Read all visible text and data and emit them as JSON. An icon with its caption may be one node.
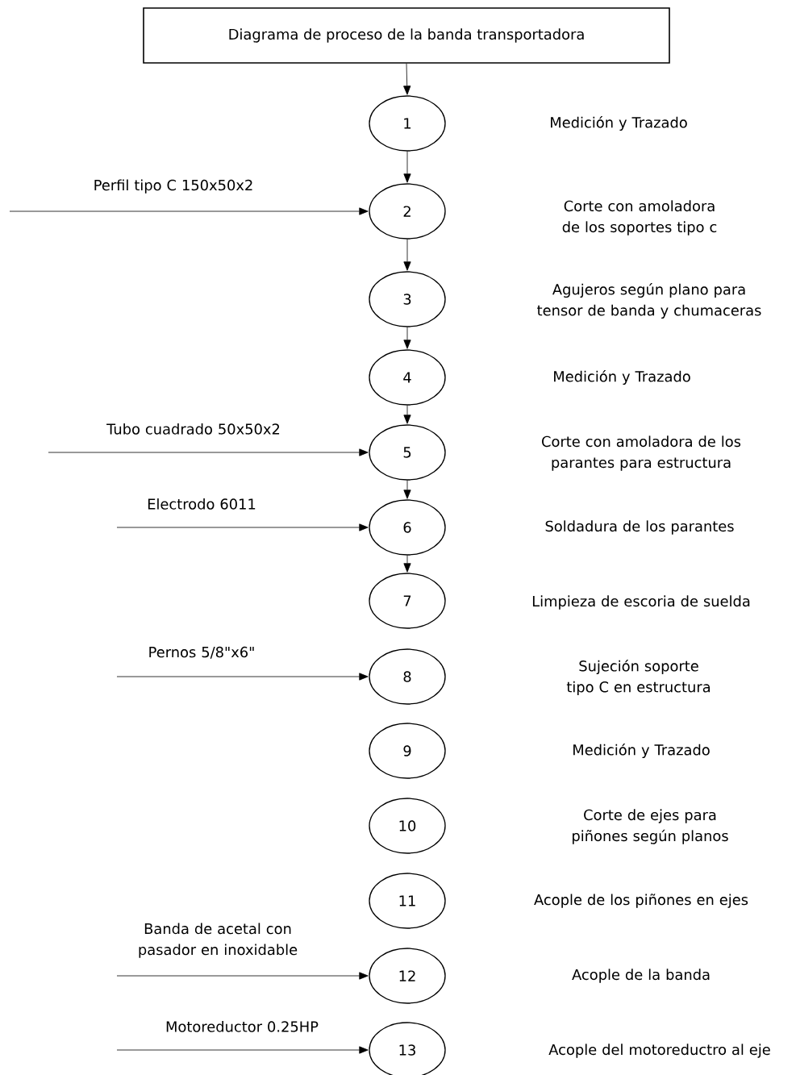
{
  "diagram": {
    "nodes": [
      {
        "text": [
          "Diagrama de proceso de la banda transportadora"
        ]
      },
      {
        "text": [
          "1"
        ]
      },
      {
        "text": [
          "2"
        ]
      },
      {
        "text": [
          "3"
        ]
      },
      {
        "text": [
          "4"
        ]
      },
      {
        "text": [
          "5"
        ]
      },
      {
        "text": [
          "6"
        ]
      },
      {
        "text": [
          "7"
        ]
      },
      {
        "text": [
          "8"
        ]
      },
      {
        "text": [
          "9"
        ]
      },
      {
        "text": [
          "10"
        ]
      },
      {
        "text": [
          "11"
        ]
      },
      {
        "text": [
          "12"
        ]
      },
      {
        "text": [
          "13"
        ]
      }
    ],
    "edges": [
      {
        "from": 0,
        "to": 1,
        "arrow": "to"
      },
      {
        "from": 1,
        "to": 2,
        "arrow": "to"
      },
      {
        "from": 2,
        "to": 3,
        "arrow": "to"
      },
      {
        "from": 3,
        "to": 4,
        "arrow": "to"
      },
      {
        "from": 4,
        "to": 5,
        "arrow": "to"
      },
      {
        "from": 5,
        "to": 6,
        "arrow": "to"
      },
      {
        "from": 6,
        "to": 7,
        "arrow": "to"
      },
      {
        "from": null,
        "to": 2,
        "arrow": "to",
        "label": "Perfil tipo C 150x50x2"
      },
      {
        "from": null,
        "to": 5,
        "arrow": "to",
        "label": "Tubo cuadrado 50x50x2"
      },
      {
        "from": null,
        "to": 6,
        "arrow": "to",
        "label": "Electrodo 6011"
      },
      {
        "from": null,
        "to": 8,
        "arrow": "to",
        "label": "Pernos 5/8\"x6\""
      },
      {
        "from": null,
        "to": 12,
        "arrow": "to",
        "label": "Banda de acetal con pasador en inoxidable"
      },
      {
        "from": null,
        "to": 13,
        "arrow": "to",
        "label": "Motoreductor 0.25HP"
      }
    ],
    "labels": [
      "Medición y Trazado",
      "Corte con amoladora de los soportes tipo c",
      "Agujeros según plano para tensor de banda y chumaceras",
      "Medición y Trazado",
      "Corte con amoladora de los parantes para estructura",
      "Soldadura de los parantes",
      "Limpieza de escoria de suelda",
      "Sujeción soporte tipo C en estructura",
      "Medición y Trazado",
      "Corte de ejes para piñones según planos",
      "Acople de los piñones en ejes",
      "Acople de la banda",
      "Acople del motoreductro al eje"
    ]
  }
}
